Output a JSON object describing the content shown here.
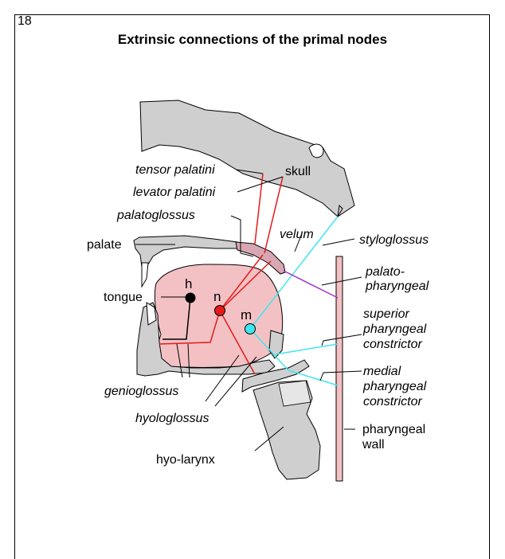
{
  "page_number": "18",
  "title": "Extrinsic connections of the primal nodes",
  "nodes": {
    "h": "h",
    "n": "n",
    "m": "m"
  },
  "colors": {
    "node_h": "#000000",
    "node_n": "#e41b1b",
    "node_m": "#3fe6ef",
    "tongue": "#f3c1c4",
    "bone": "#cfcfcf",
    "wall": "#f3c1c4",
    "red_line": "#e41b1b",
    "cyan_line": "#3fe6ef",
    "purple_line": "#a036c9"
  },
  "labels": {
    "skull": "skull",
    "tensor_palatini": "tensor palatini",
    "levator_palatini": "levator palatini",
    "palatoglossus": "palatoglossus",
    "velum": "velum",
    "styloglossus": "styloglossus",
    "palate": "palate",
    "palato_pharyngeal_1": "palato-",
    "palato_pharyngeal_2": "pharyngeal",
    "tongue": "tongue",
    "superior_1": "superior",
    "superior_2": "pharyngeal",
    "superior_3": "constrictor",
    "medial_1": "medial",
    "medial_2": "pharyngeal",
    "medial_3": "constrictor",
    "genioglossus": "genioglossus",
    "hyoglossus": "hyologlossus",
    "hyo_larynx": "hyo-larynx",
    "pharyngeal_wall_1": "pharyngeal",
    "pharyngeal_wall_2": "wall"
  }
}
